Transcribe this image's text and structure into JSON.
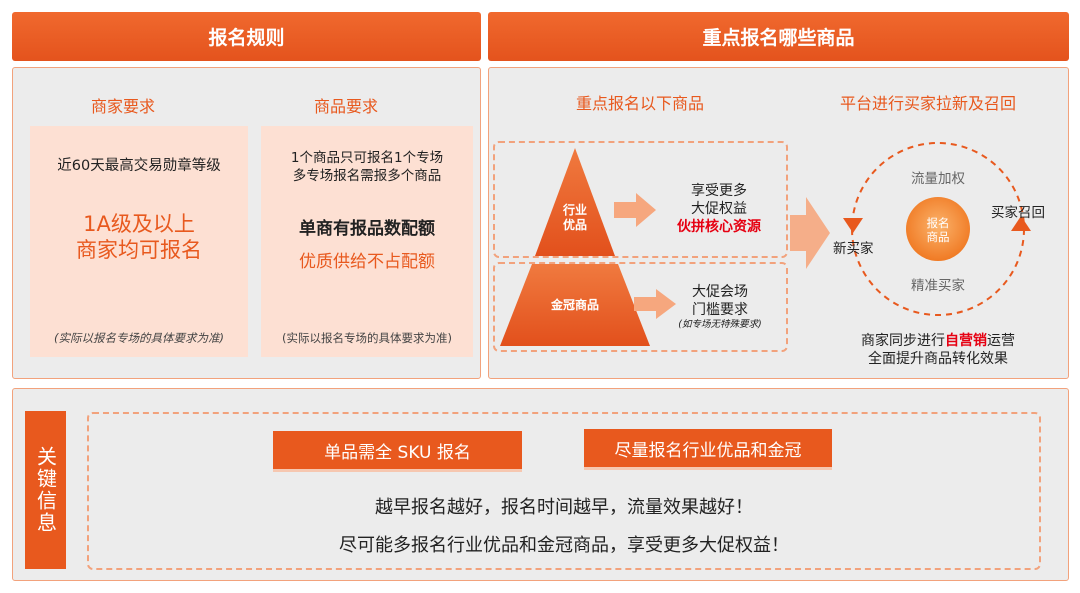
{
  "headers": {
    "left": "报名规则",
    "right": "重点报名哪些商品"
  },
  "rules": {
    "merchant": {
      "title": "商家要求",
      "line1": "近60天最高交易勋章等级",
      "big1": "1A级及以上",
      "big2": "商家均可报名",
      "note": "(实际以报名专场的具体要求为准)"
    },
    "product": {
      "title": "商品要求",
      "line1": "1个商品只可报名1个专场",
      "line2": "多专场报名需报多个商品",
      "big1": "单商有报品数配额",
      "big2": "优质供给不占配额",
      "note": "(实际以报名专场的具体要求为准)"
    }
  },
  "focus": {
    "title_left": "重点报名以下商品",
    "title_right": "平台进行买家拉新及召回",
    "tier1": {
      "label_l1": "行业",
      "label_l2": "优品",
      "benefit_l1": "享受更多",
      "benefit_l2": "大促权益",
      "benefit_highlight": "伙拼核心资源"
    },
    "tier2": {
      "label": "金冠商品",
      "benefit_l1": "大促会场",
      "benefit_l2": "门槛要求",
      "benefit_note": "(如专场无特殊要求)"
    },
    "cycle": {
      "center_l1": "报名",
      "center_l2": "商品",
      "top": "流量加权",
      "bottom": "精准买家",
      "left": "新买家",
      "right": "买家召回"
    },
    "summary": {
      "pre": "商家同步进行",
      "highlight": "自营销",
      "post": "运营",
      "line2": "全面提升商品转化效果"
    }
  },
  "key_info": {
    "tab": "关键信息",
    "btn1": "单品需全 SKU 报名",
    "btn2": "尽量报名行业优品和金冠",
    "line1": "越早报名越好，报名时间越早，流量效果越好！",
    "line2": "尽可能多报名行业优品和金冠商品，享受更多大促权益！"
  },
  "colors": {
    "accent": "#e8591e",
    "highlight_red": "#e60012",
    "panel_bg": "#ececec",
    "pink_box": "#fde0d3"
  }
}
